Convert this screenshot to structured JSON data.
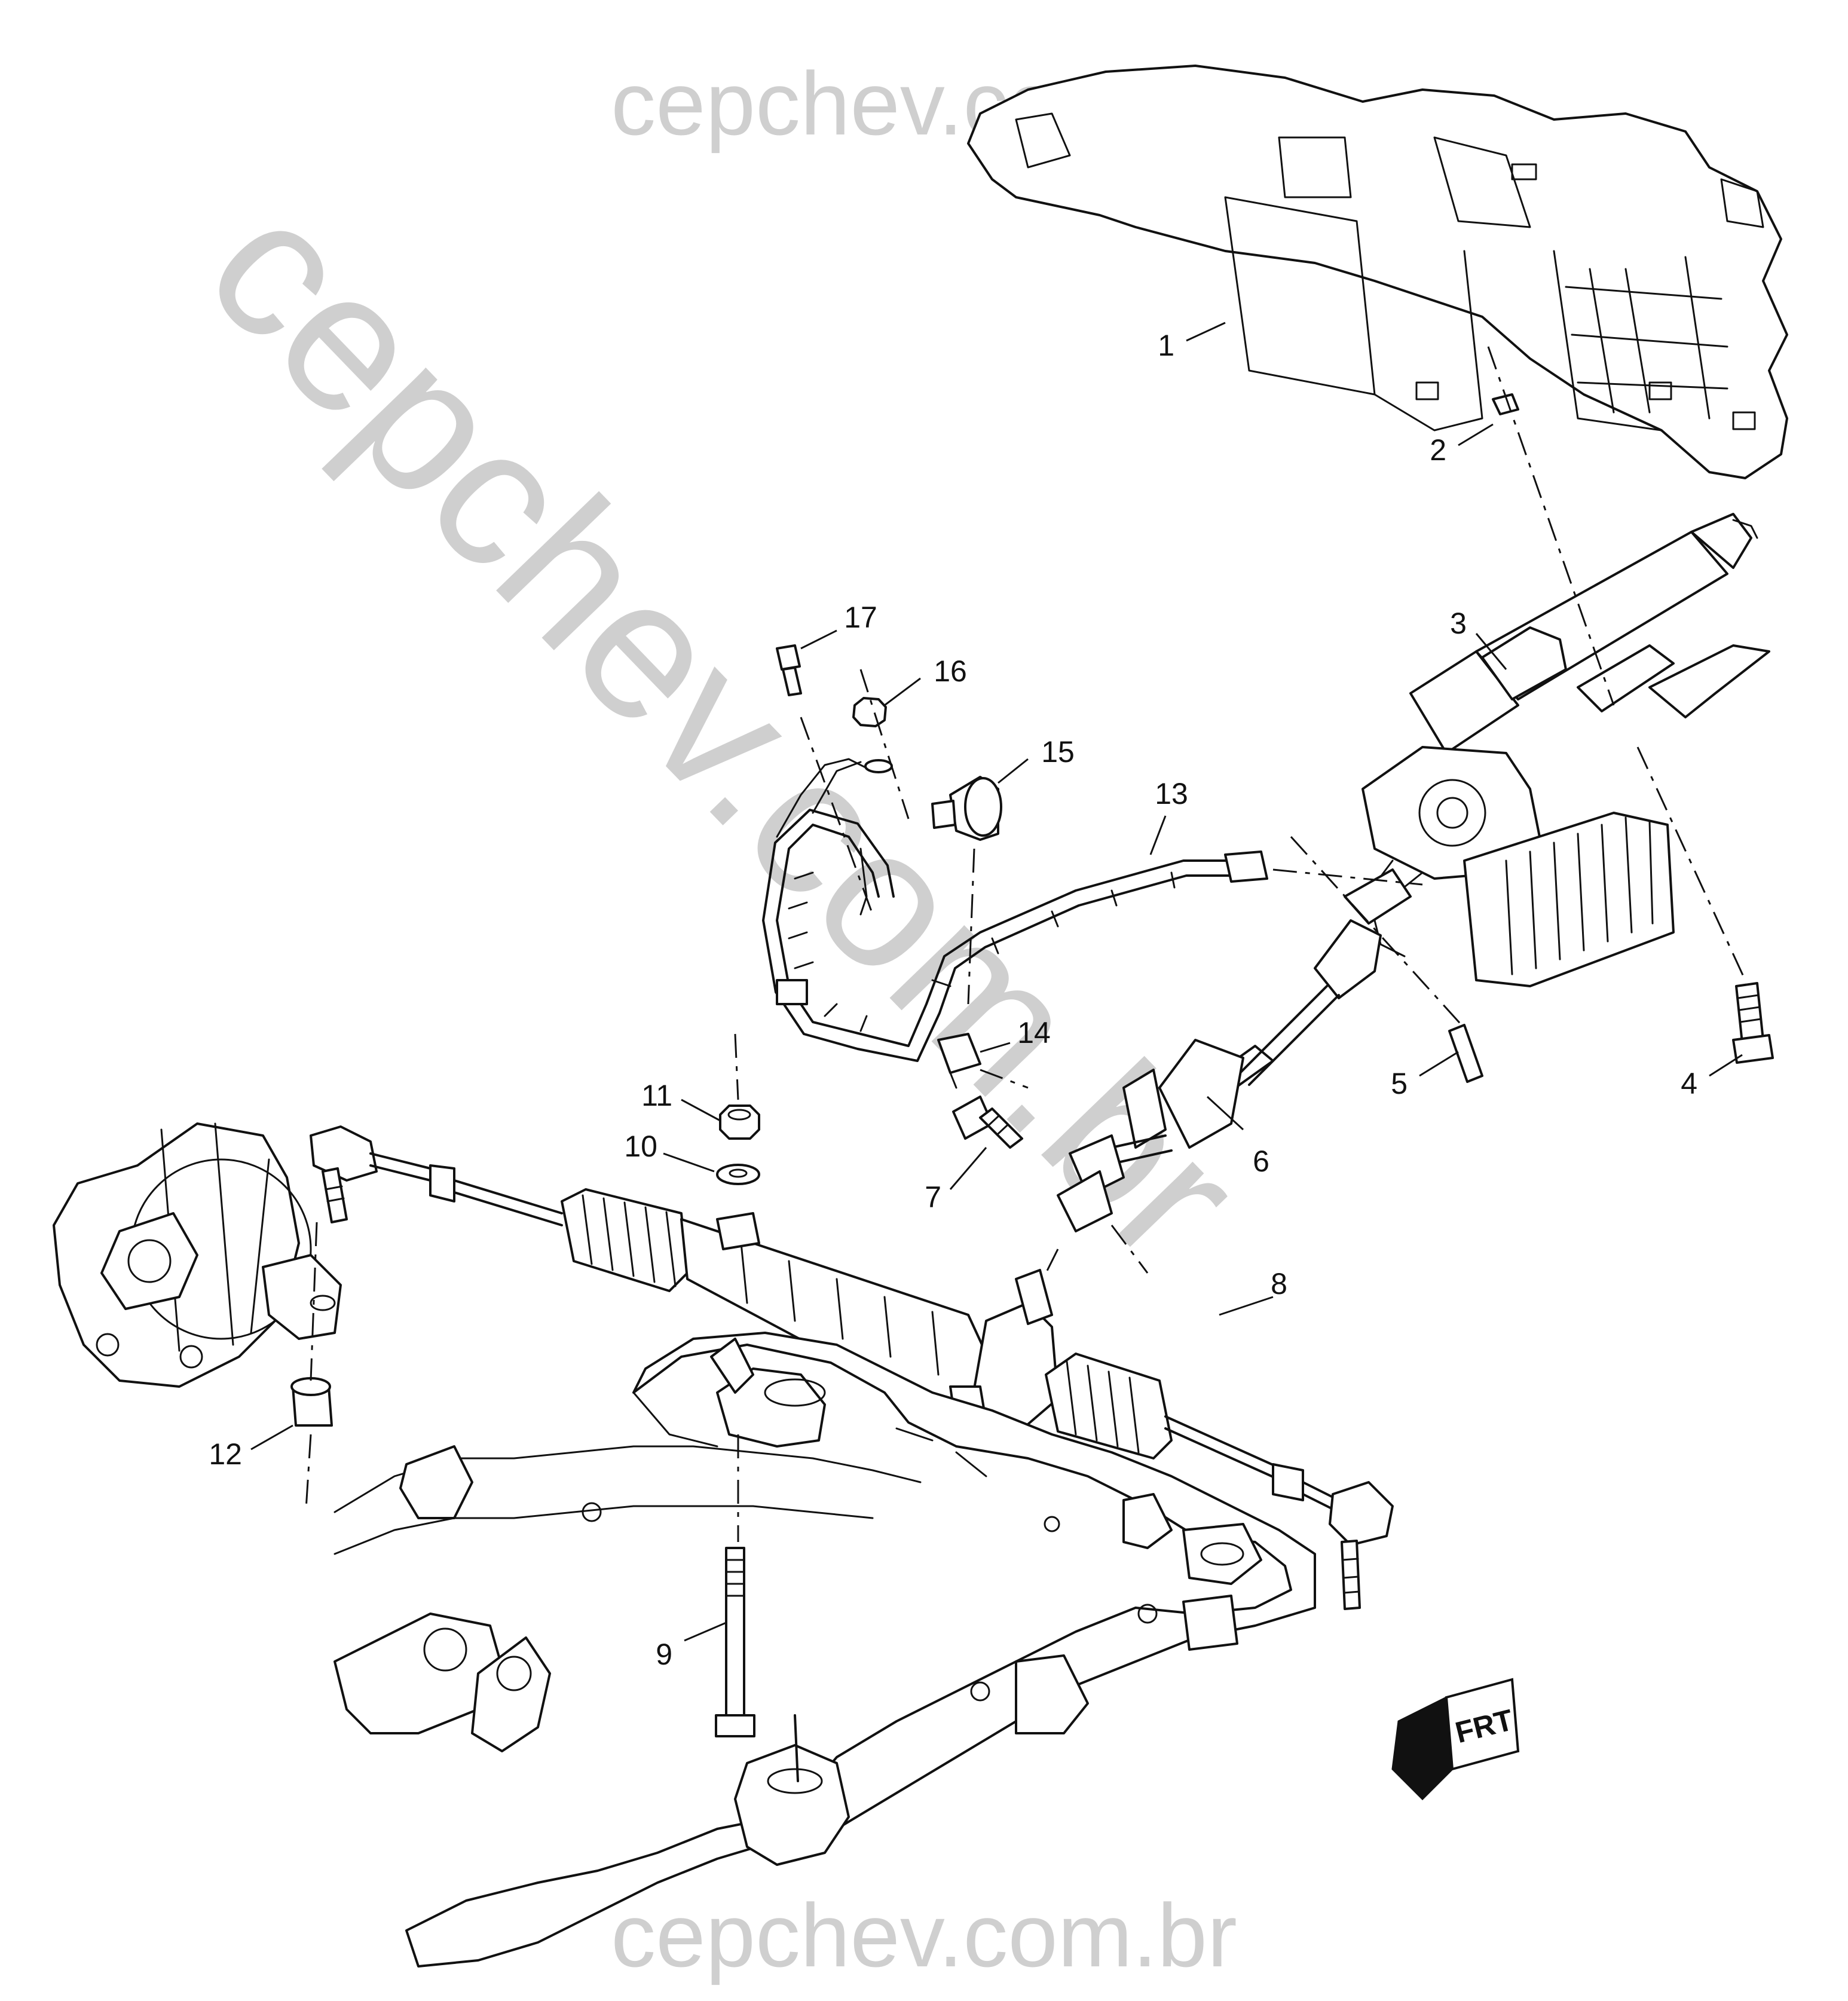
{
  "watermarks": {
    "top": "cepchev.com.br",
    "bottom": "cepchev.com.br",
    "diagonal": "cepchev.com.br"
  },
  "callouts": [
    "1",
    "2",
    "3",
    "4",
    "5",
    "6",
    "7",
    "8",
    "9",
    "10",
    "11",
    "12",
    "13",
    "14",
    "15",
    "16",
    "17"
  ],
  "front_indicator": {
    "label": "FRT"
  },
  "colors": {
    "line": "#111111",
    "watermark": "#cfcfcf",
    "background": "#ffffff"
  }
}
